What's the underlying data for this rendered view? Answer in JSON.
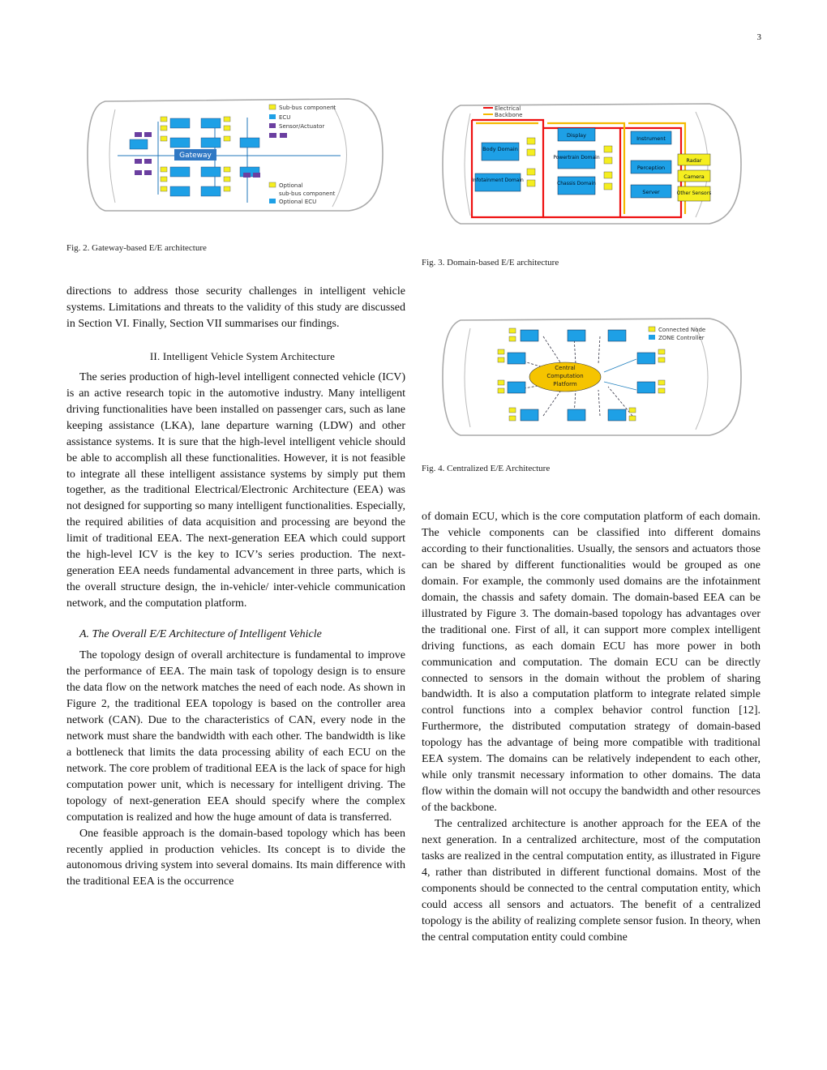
{
  "page_number": "3",
  "figures": {
    "fig2": {
      "caption": "Fig. 2.   Gateway-based E/E architecture",
      "gateway_label": "Gateway",
      "legend": [
        "Sub-bus component",
        "ECU",
        "Sensor/Actuator",
        "Optional",
        "sub-bus component",
        "Optional ECU"
      ]
    },
    "fig3": {
      "caption": "Fig. 3.   Domain-based E/E architecture",
      "legend": [
        "Electrical",
        "Backbone"
      ],
      "boxes": [
        "Display",
        "Instrument",
        "Body Domain",
        "Powertrain Domain",
        "Perception",
        "Radar",
        "Camera",
        "Infotainment Domain",
        "Chassis Domain",
        "Server",
        "Other Sensors"
      ]
    },
    "fig4": {
      "caption": "Fig. 4.   Centralized E/E Architecture",
      "legend": [
        "Connected Node",
        "ZONE Controller"
      ],
      "center_label": [
        "Central",
        "Computation",
        "Platform"
      ]
    }
  },
  "left_column": {
    "p_intro": "directions to address those security challenges in intelligent vehicle systems. Limitations and threats to the validity of this study are discussed in Section VI. Finally, Section VII summarises our findings.",
    "section_title": "II. Intelligent Vehicle System Architecture",
    "p_series": "The series production of high-level intelligent connected vehicle (ICV) is an active research topic in the automotive industry. Many intelligent driving functionalities have been installed on passenger cars, such as lane keeping assistance (LKA), lane departure warning (LDW) and other assistance systems. It is sure that the high-level intelligent vehicle should be able to accomplish all these functionalities. However, it is not feasible to integrate all these intelligent assistance systems by simply put them together, as the traditional Electrical/Electronic Architecture (EEA) was not designed for supporting so many intelligent functionalities. Especially, the required abilities of data acquisition and processing are beyond the limit of traditional EEA. The next-generation EEA which could support the high-level ICV is the key to ICV’s series production. The next-generation EEA needs fundamental advancement in three parts, which is the overall structure design, the in-vehicle/ inter-vehicle communication network, and the computation platform.",
    "subsection_title": "A. The Overall E/E Architecture of Intelligent Vehicle",
    "p_topology": "The topology design of overall architecture is fundamental to improve the performance of EEA. The main task of topology design is to ensure the data flow on the network matches the need of each node. As shown in Figure 2, the traditional EEA topology is based on the controller area network (CAN). Due to the characteristics of CAN, every node in the network must share the bandwidth with each other. The bandwidth is like a bottleneck that limits the data processing ability of each ECU on the network. The core problem of traditional EEA is the lack of space for high computation power unit, which is necessary for intelligent driving. The topology of next-generation EEA should specify where the complex computation is realized and how the huge amount of data is transferred.",
    "p_feasible": "One feasible approach is the domain-based topology which has been recently applied in production vehicles. Its concept is to divide the autonomous driving system into several domains. Its main difference with the traditional EEA is the occurrence"
  },
  "right_column": {
    "p_domain": "of domain ECU, which is the core computation platform of each domain. The vehicle components can be classified into different domains according to their functionalities. Usually, the sensors and actuators those can be shared by different functionalities would be grouped as one domain. For example, the commonly used domains are the infotainment domain, the chassis and safety domain. The domain-based EEA can be illustrated by Figure 3. The domain-based topology has advantages over the traditional one. First of all, it can support more complex intelligent driving functions, as each domain ECU has more power in both communication and computation. The domain ECU can be directly connected to sensors in the domain without the problem of sharing bandwidth. It is also a computation platform to integrate related simple control functions into a complex behavior control function [12]. Furthermore, the distributed computation strategy of domain-based topology has the advantage of being more compatible with traditional EEA system. The domains can be relatively independent to each other, while only transmit necessary information to other domains. The data flow within the domain will not occupy the bandwidth and other resources of the backbone.",
    "p_central": "The centralized architecture is another approach for the EEA of the next generation. In a centralized architecture, most of the computation tasks are realized in the central computation entity, as illustrated in Figure 4, rather than distributed in different functional domains. Most of the components should be connected to the central computation entity, which could access all sensors and actuators. The benefit of a centralized topology is the ability of realizing complete sensor fusion. In theory, when the central computation entity could combine"
  }
}
